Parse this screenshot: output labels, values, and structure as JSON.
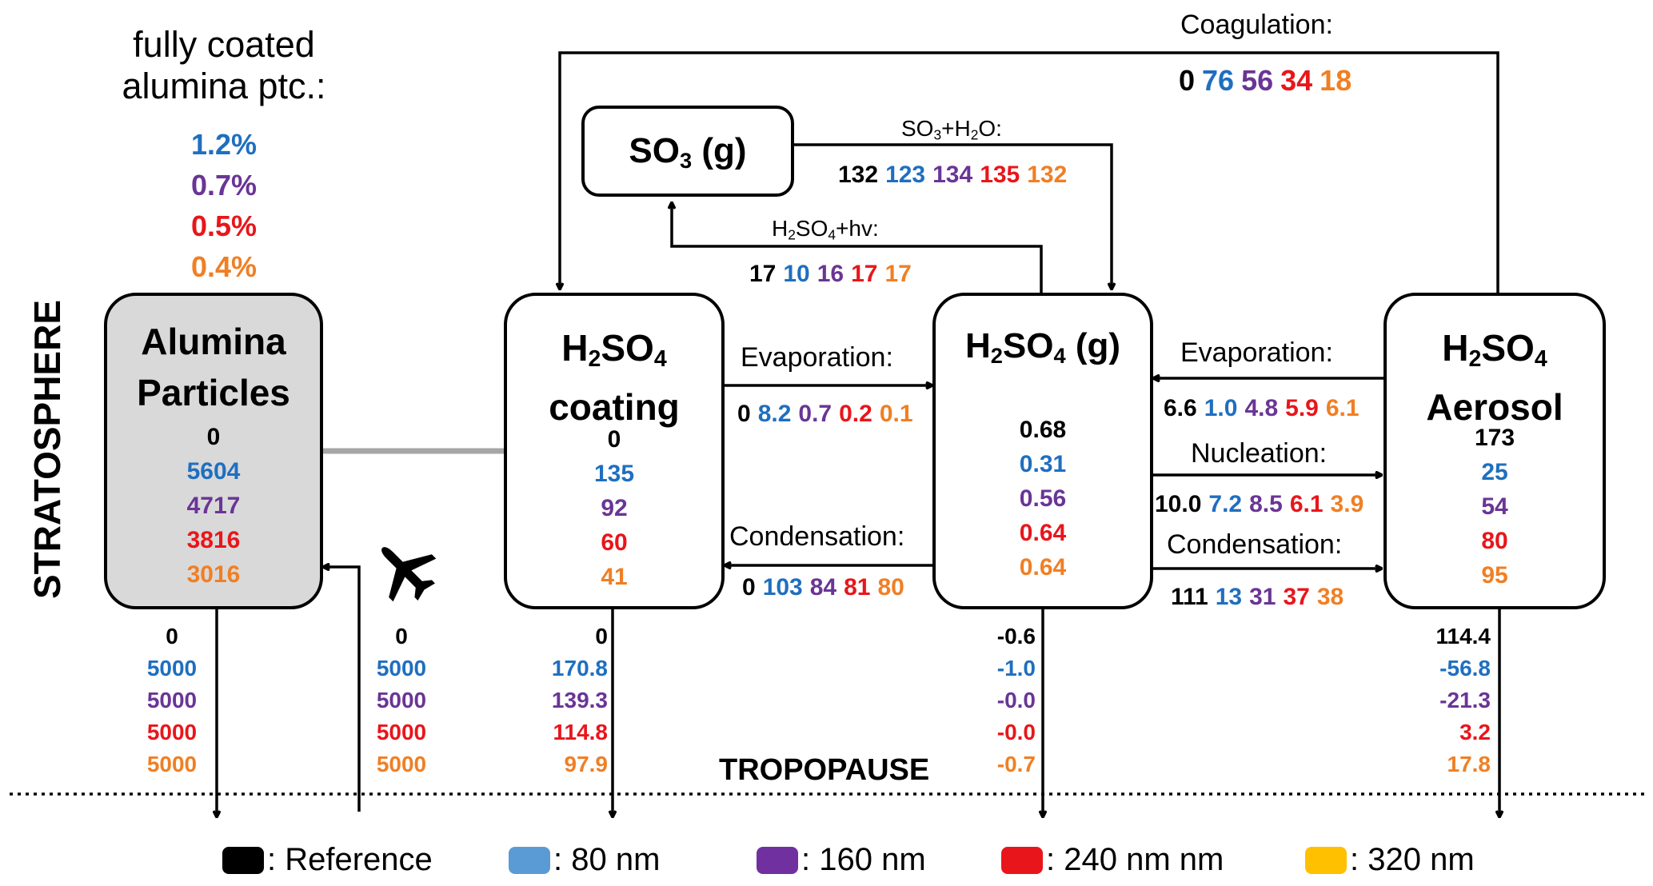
{
  "colors": {
    "reference": "#000000",
    "nm80": "#1f6fbf",
    "nm160": "#6a3596",
    "nm240": "#e8161b",
    "nm320": "#f07f24"
  },
  "header": {
    "line1": "fully coated",
    "line2": "alumina ptc.:",
    "values": [
      "1.2%",
      "0.7%",
      "0.5%",
      "0.4%"
    ]
  },
  "side_label": "STRATOSPHERE",
  "tropopause": "TROPOPAUSE",
  "icons": {
    "aircraft": "airplane-icon"
  },
  "boxes": {
    "alumina": {
      "line1": "Alumina",
      "line2": "Particles",
      "values": [
        "0",
        "5604",
        "4717",
        "3816",
        "3016"
      ]
    },
    "coating": {
      "sym": "H",
      "sub1": "2",
      "mid": "SO",
      "sub2": "4",
      "line2": "coating",
      "values": [
        "0",
        "135",
        "92",
        "60",
        "41"
      ]
    },
    "gas": {
      "sym": "H",
      "sub1": "2",
      "mid": "SO",
      "sub2": "4",
      "tail": " (g)",
      "values": [
        "0.68",
        "0.31",
        "0.56",
        "0.64",
        "0.64"
      ]
    },
    "aerosol": {
      "sym": "H",
      "sub1": "2",
      "mid": "SO",
      "sub2": "4",
      "line2": "Aerosol",
      "values": [
        "173",
        "25",
        "54",
        "80",
        "95"
      ]
    },
    "so3": {
      "pre": "SO",
      "sub": "3",
      "tail": " (g)"
    }
  },
  "flows": {
    "coagulation": {
      "label": "Coagulation:",
      "values": [
        "0",
        "76",
        "56",
        "34",
        "18"
      ]
    },
    "so3_h2o": {
      "pre": "SO",
      "sub": "3",
      "tail": "+H",
      "sub2": "2",
      "tail2": "O:",
      "values": [
        "132",
        "123",
        "134",
        "135",
        "132"
      ]
    },
    "h2so4_hv": {
      "pre": "H",
      "sub": "2",
      "mid": "SO",
      "sub2": "4",
      "tail": "+hv:",
      "values": [
        "17",
        "10",
        "16",
        "17",
        "17"
      ]
    },
    "evap_coating": {
      "label": "Evaporation:",
      "values": [
        "0",
        "8.2",
        "0.7",
        "0.2",
        "0.1"
      ]
    },
    "cond_coating": {
      "label": "Condensation:",
      "values": [
        "0",
        "103",
        "84",
        "81",
        "80"
      ]
    },
    "evap_aerosol": {
      "label": "Evaporation:",
      "values": [
        "6.6",
        "1.0",
        "4.8",
        "5.9",
        "6.1"
      ]
    },
    "nucleation": {
      "label": "Nucleation:",
      "values": [
        "10.0",
        "7.2",
        "8.5",
        "6.1",
        "3.9"
      ]
    },
    "cond_aerosol": {
      "label": "Condensation:",
      "values": [
        "111",
        "13",
        "31",
        "37",
        "38"
      ]
    }
  },
  "down": {
    "alumina_out": [
      "0",
      "5000",
      "5000",
      "5000",
      "5000"
    ],
    "alumina_in": [
      "0",
      "5000",
      "5000",
      "5000",
      "5000"
    ],
    "coating_out": [
      "0",
      "170.8",
      "139.3",
      "114.8",
      "97.9"
    ],
    "gas_out": [
      "-0.6",
      "-1.0",
      "-0.0",
      "-0.0",
      "-0.7"
    ],
    "aerosol_out": [
      "114.4",
      "-56.8",
      "-21.3",
      "3.2",
      "17.8"
    ]
  },
  "legend": [
    {
      "label": ": Reference",
      "color": "#000000"
    },
    {
      "label": ": 80 nm",
      "color": "#5b9bd5"
    },
    {
      "label": ": 160 nm",
      "color": "#7030a0"
    },
    {
      "label": ": 240 nm nm",
      "color": "#e8161b"
    },
    {
      "label": ": 320 nm",
      "color": "#ffc000"
    }
  ]
}
